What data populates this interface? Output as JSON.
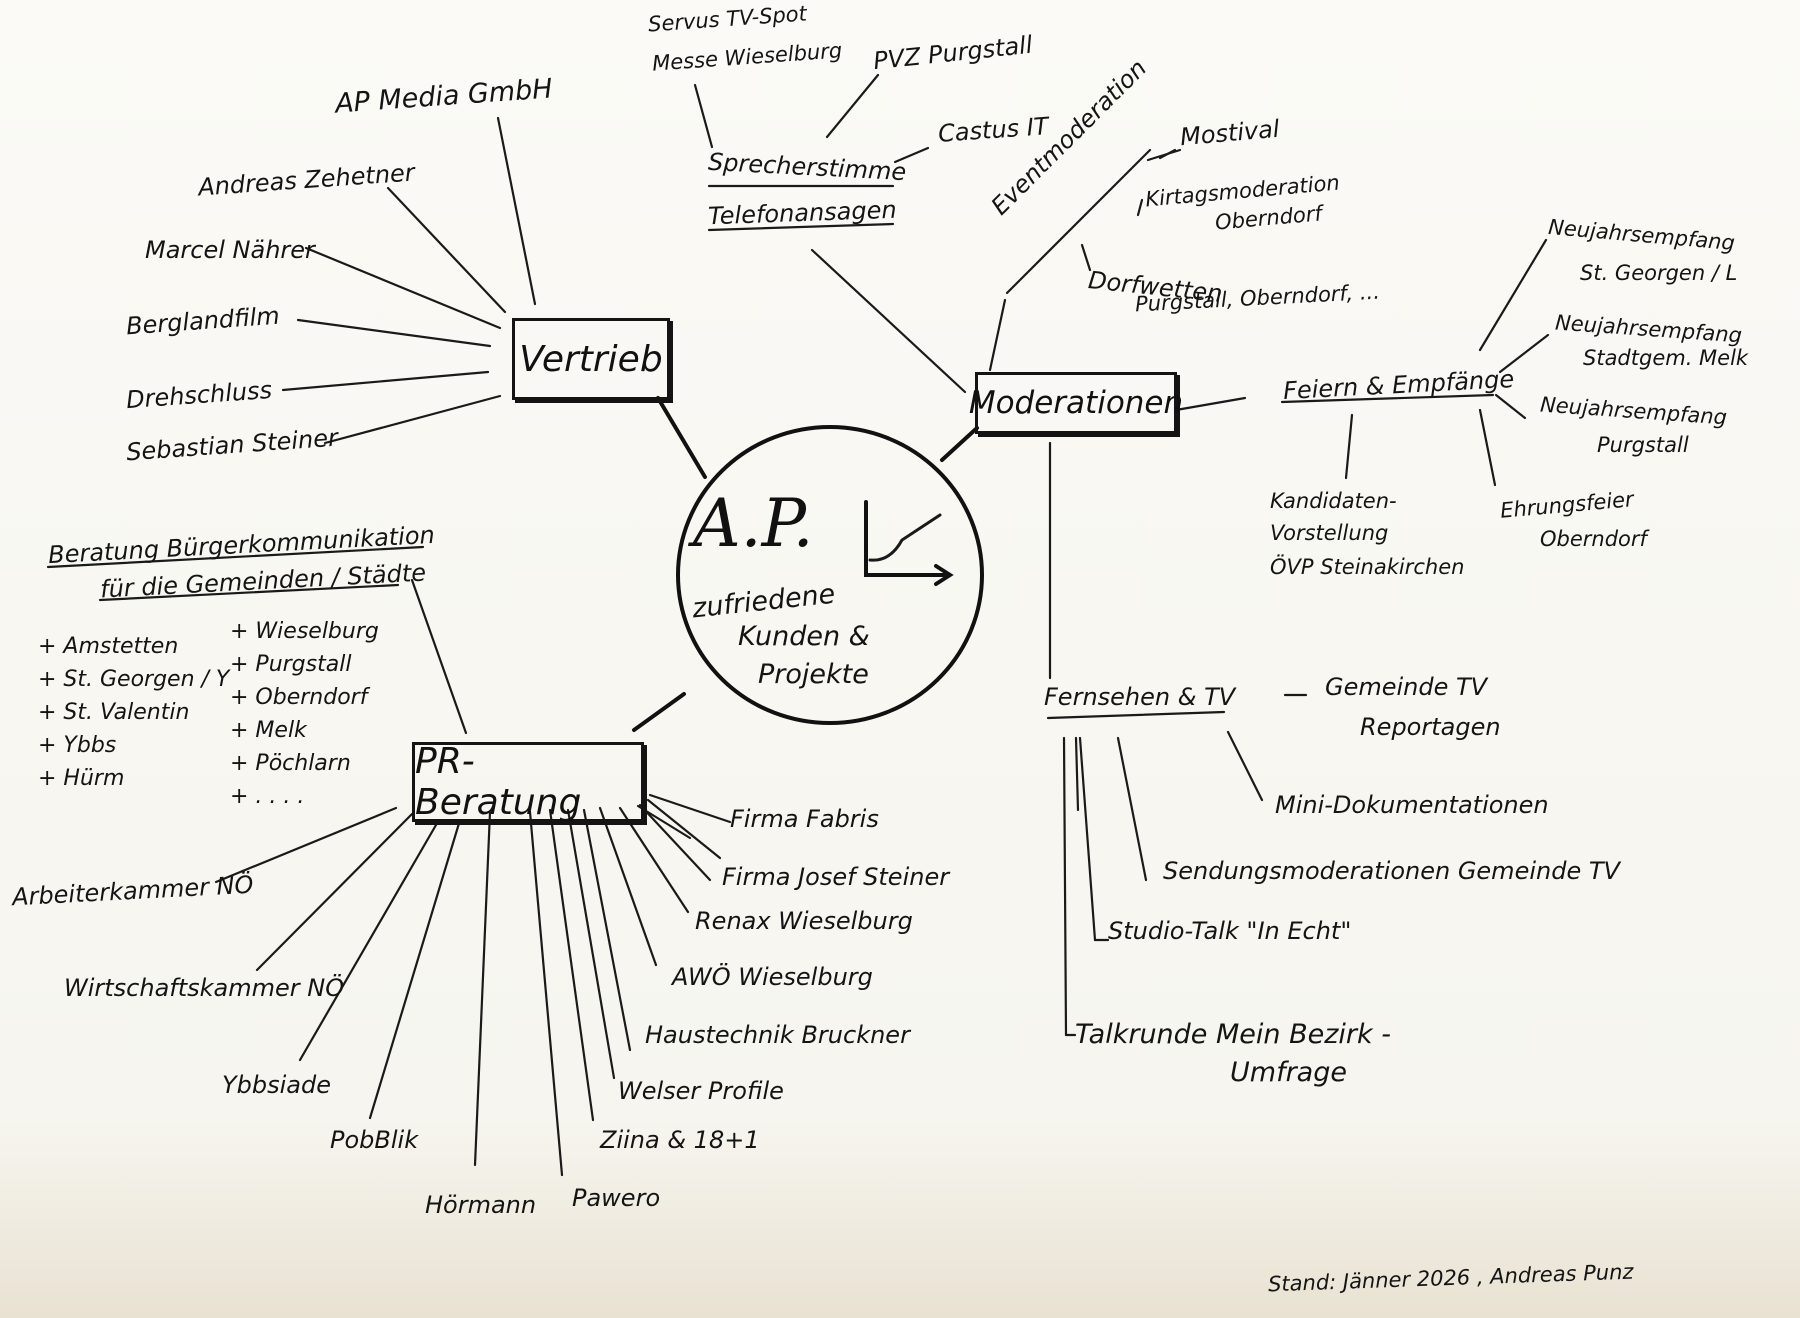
{
  "center": {
    "title": "A.P.",
    "line1": "zufriedene",
    "line2": "Kunden &",
    "line3": "Projekte"
  },
  "vertrieb": {
    "label": "Vertrieb",
    "items": [
      "AP Media GmbH",
      "Andreas Zehetner",
      "Marcel Nährer",
      "Berglandfilm",
      "Drehschluss",
      "Sebastian Steiner"
    ]
  },
  "sprecher": {
    "line1": "Sprecherstimme",
    "line2": "Telefonansagen",
    "items": [
      "Servus TV-Spot",
      "Messe Wieselburg",
      "PVZ Purgstall",
      "Castus IT"
    ]
  },
  "moderationen": {
    "label": "Moderationen",
    "event": {
      "label": "Eventmoderation",
      "items": [
        "Mostival",
        "Kirtagsmoderation",
        "Oberndorf",
        "Dorfwetten",
        "Purgstall, Oberndorf, ..."
      ]
    },
    "feiern": {
      "label": "Feiern & Empfänge",
      "items": [
        "Neujahrsempfang",
        "St. Georgen / L",
        "Neujahrsempfang",
        "Stadtgem. Melk",
        "Neujahrsempfang",
        "Purgstall",
        "Ehrungsfeier",
        "Oberndorf",
        "Kandidaten-",
        "Vorstellung",
        "ÖVP Steinakirchen"
      ]
    }
  },
  "fernsehen": {
    "label": "Fernsehen & TV",
    "items": [
      "Gemeinde TV",
      "Reportagen",
      "Mini-Dokumentationen",
      "Sendungsmoderationen Gemeinde TV",
      "Studio-Talk \"In Echt\"",
      "Talkrunde Mein Bezirk -",
      "Umfrage"
    ]
  },
  "beratung": {
    "line1": "Beratung Bürgerkommunikation",
    "line2": "für die Gemeinden / Städte",
    "left": [
      "+ Amstetten",
      "+ St. Georgen / Y",
      "+ St. Valentin",
      "+ Ybbs",
      "+ Hürm"
    ],
    "right": [
      "+ Wieselburg",
      "+ Purgstall",
      "+ Oberndorf",
      "+ Melk",
      "+ Pöchlarn",
      "+ . . . ."
    ]
  },
  "pr": {
    "label": "PR-Beratung",
    "items": [
      "Arbeiterkammer NÖ",
      "Wirtschaftskammer NÖ",
      "Ybbsiade",
      "PobBlik",
      "Hörmann",
      "Pawero",
      "Ziina & 18+1",
      "Welser Profile",
      "Haustechnik Bruckner",
      "AWÖ Wieselburg",
      "Renax Wieselburg",
      "Firma Josef Steiner",
      "Firma Fabris"
    ]
  },
  "footer": "Stand: Jänner 2026 , Andreas Punz"
}
